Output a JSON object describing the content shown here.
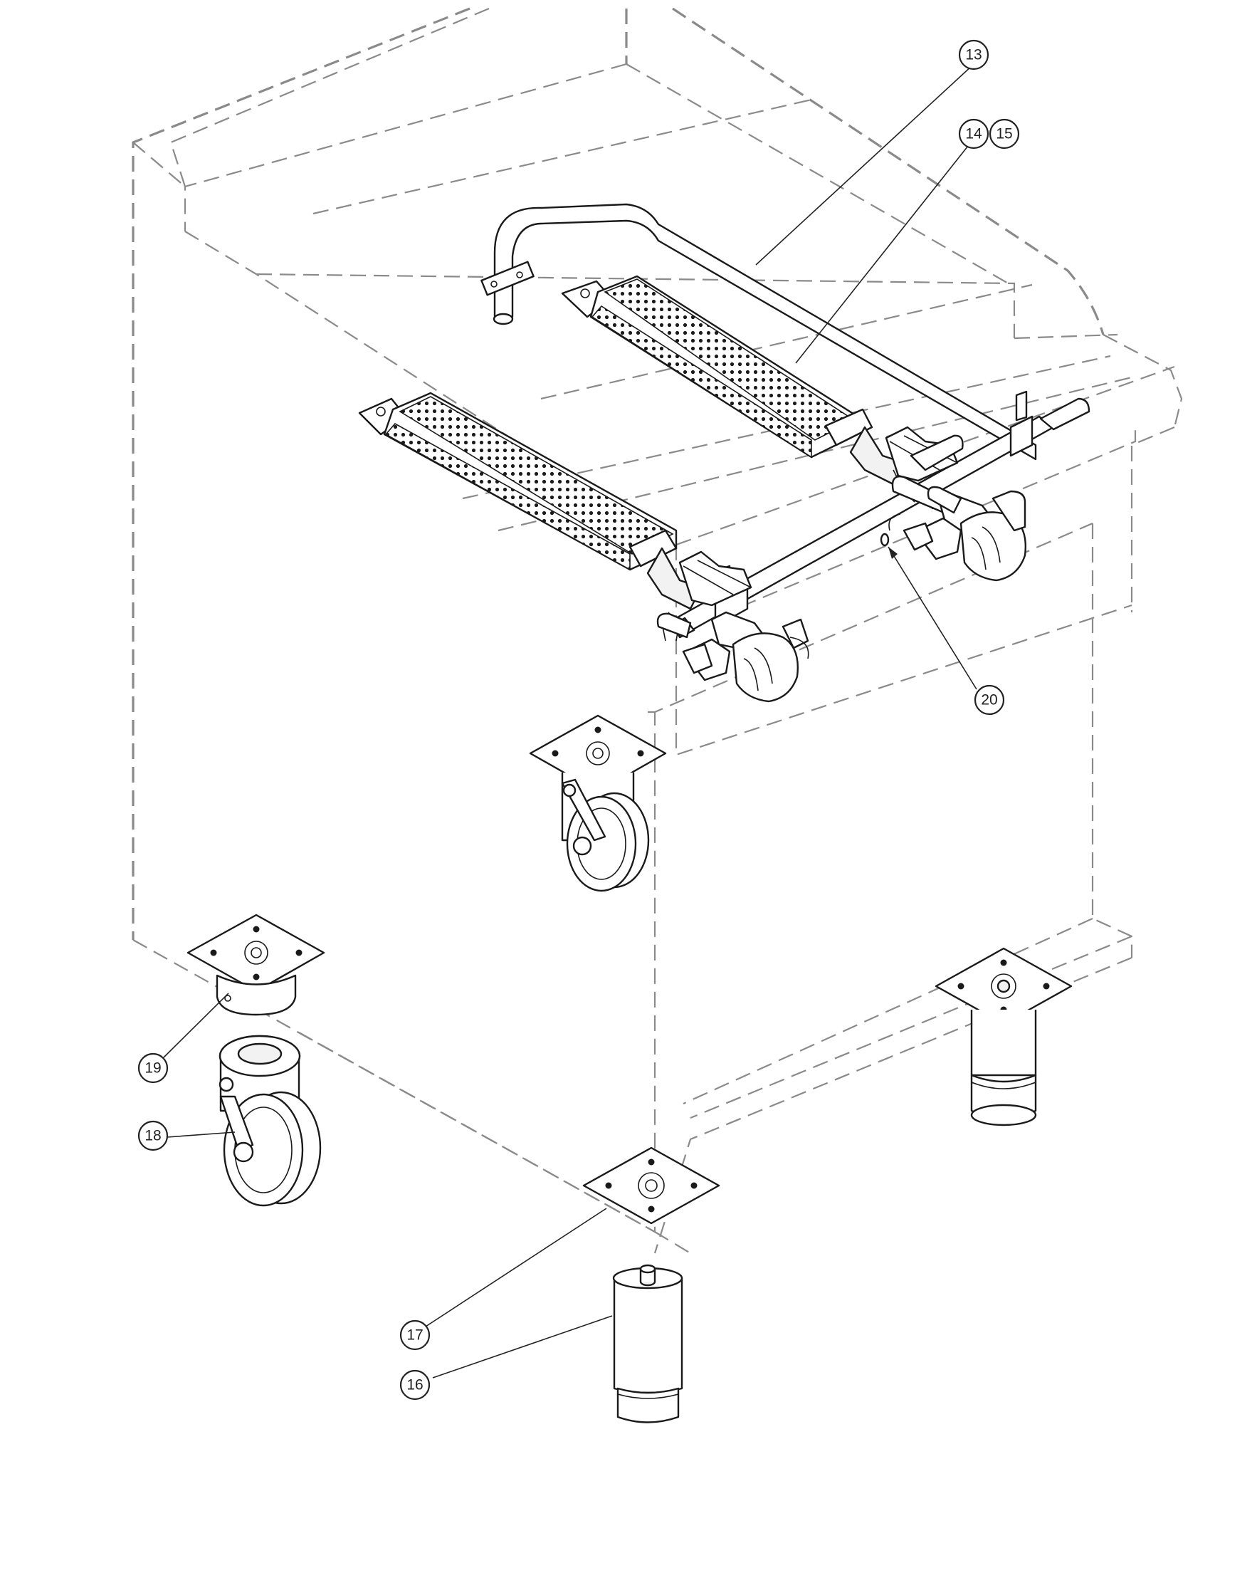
{
  "callouts": {
    "c13": "13",
    "c14": "14",
    "c15": "15",
    "c16": "16",
    "c17": "17",
    "c18": "18",
    "c19": "19",
    "c20": "20"
  },
  "colors": {
    "line": "#1a1a1a",
    "hidden_outline": "#8a8a8a",
    "background": "#ffffff"
  }
}
